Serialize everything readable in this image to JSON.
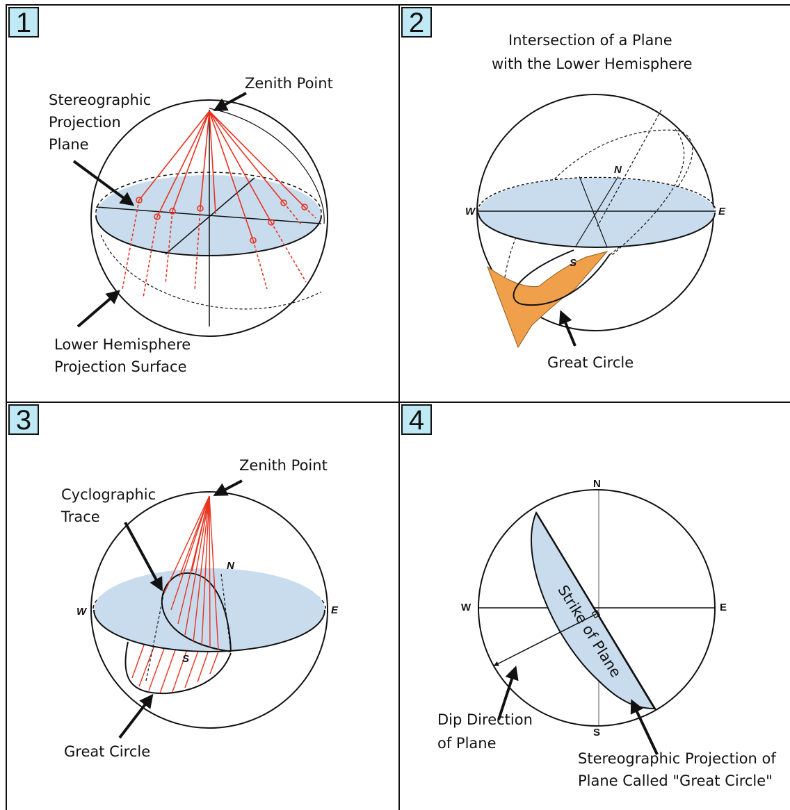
{
  "panels": [
    {
      "number": "1",
      "labels": {
        "projection_plane": [
          "Stereographic",
          "Projection",
          "Plane"
        ],
        "zenith": "Zenith Point",
        "lower_surface": [
          "Lower Hemisphere",
          "Projection Surface"
        ]
      }
    },
    {
      "number": "2",
      "labels": {
        "title": [
          "Intersection of a Plane",
          "with the Lower Hemisphere"
        ],
        "great_circle": "Great Circle",
        "north": "N",
        "south": "S",
        "east": "E",
        "west": "W"
      }
    },
    {
      "number": "3",
      "labels": {
        "zenith": "Zenith Point",
        "cyclographic": [
          "Cyclographic",
          "Trace"
        ],
        "great_circle": "Great Circle",
        "north": "N",
        "south": "S",
        "east": "E",
        "west": "W"
      }
    },
    {
      "number": "4",
      "labels": {
        "strike": "Strike of Plane",
        "dip_direction": [
          "Dip Direction",
          "of Plane"
        ],
        "projection": [
          "Stereographic Projection of",
          "Plane Called \"Great Circle\""
        ],
        "north": "N",
        "south": "S",
        "east": "E",
        "west": "W"
      }
    }
  ],
  "colors": {
    "plane_fill": "#c8dcee",
    "projection_ray": "#e8321e",
    "dipping_plane": "#f0a04a",
    "number_box": "#bfe9f5"
  }
}
